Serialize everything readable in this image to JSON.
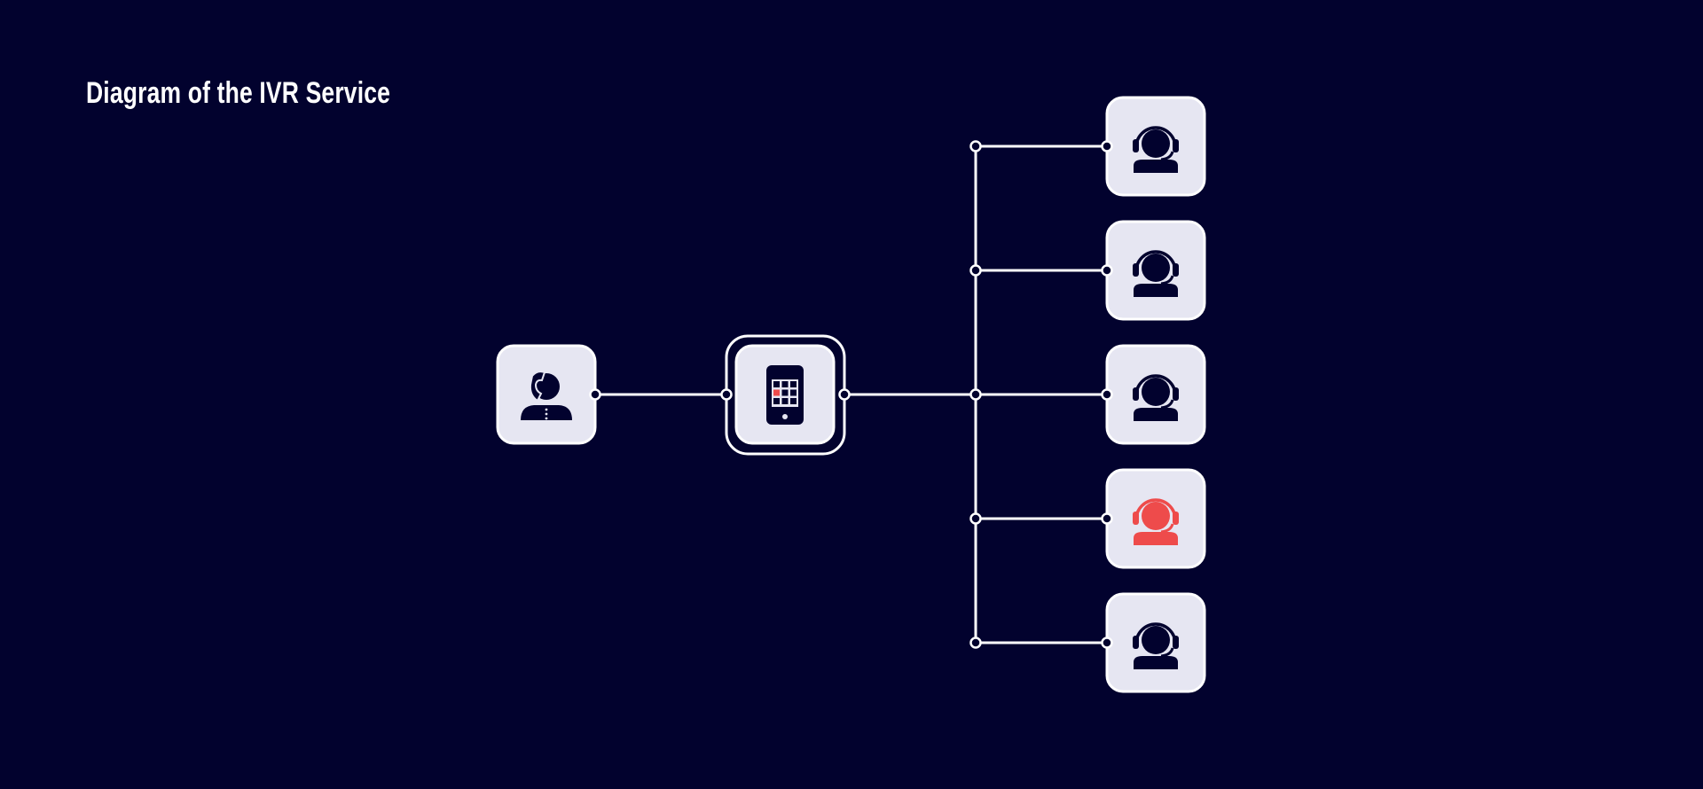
{
  "title": "Diagram of the IVR Service",
  "colors": {
    "background": "#02022e",
    "node_fill": "#e6e6f2",
    "node_border": "#ffffff",
    "icon": "#02022e",
    "highlight": "#ee4b4b",
    "connector": "#ffffff"
  },
  "nodes": [
    {
      "id": "caller",
      "icon": "caller-headset-icon"
    },
    {
      "id": "ivr-system",
      "icon": "tablet-keypad-icon"
    },
    {
      "id": "agent-1",
      "icon": "agent-headset-icon",
      "highlighted": false
    },
    {
      "id": "agent-2",
      "icon": "agent-headset-icon",
      "highlighted": false
    },
    {
      "id": "agent-3",
      "icon": "agent-headset-icon",
      "highlighted": false
    },
    {
      "id": "agent-4",
      "icon": "agent-headset-icon",
      "highlighted": true
    },
    {
      "id": "agent-5",
      "icon": "agent-headset-icon",
      "highlighted": false
    }
  ],
  "edges": [
    {
      "from": "caller",
      "to": "ivr-system"
    },
    {
      "from": "ivr-system",
      "to": "agent-1"
    },
    {
      "from": "ivr-system",
      "to": "agent-2"
    },
    {
      "from": "ivr-system",
      "to": "agent-3"
    },
    {
      "from": "ivr-system",
      "to": "agent-4"
    },
    {
      "from": "ivr-system",
      "to": "agent-5"
    }
  ]
}
